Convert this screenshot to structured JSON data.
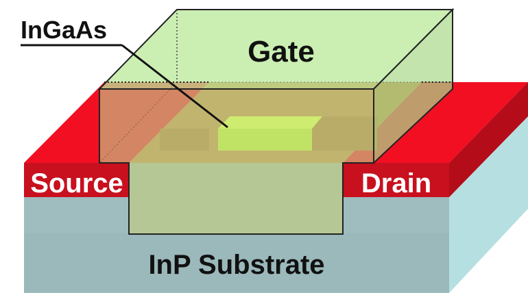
{
  "labels": {
    "gate": "Gate",
    "source": "Source",
    "drain": "Drain",
    "substrate": "InP Substrate",
    "channel": "InGaAs"
  },
  "colors": {
    "substrate_front": "#9fbcbf",
    "substrate_top": "#dfe5e4",
    "substrate_side": "#b6dfe1",
    "contact_front": "#c8101e",
    "contact_top": "#f20f22",
    "channel_region": "#c8702e",
    "channel_strip": "#d9ea2a",
    "gate_fill": "#b9e89a",
    "gate_outline": "#222222"
  }
}
